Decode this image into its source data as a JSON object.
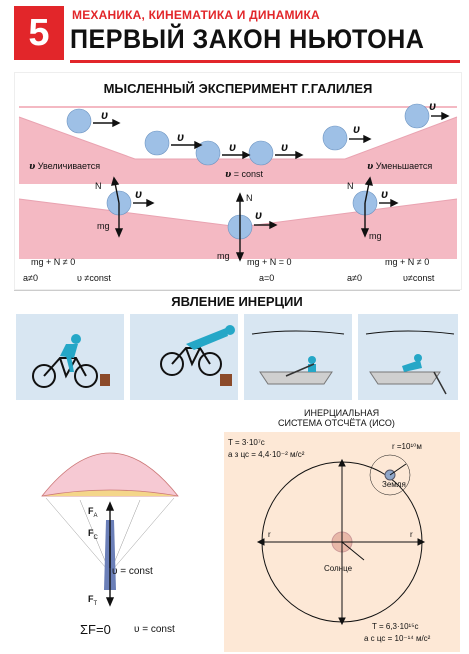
{
  "header": {
    "number": "5",
    "subtitle": "МЕХАНИКА, КИНЕМАТИКА И ДИНАМИКА",
    "title": "ПЕРВЫЙ ЗАКОН НЬЮТОНА"
  },
  "galileo": {
    "title": "МЫСЛЕННЫЙ ЭКСПЕРИМЕНТ Г.ГАЛИЛЕЯ",
    "v_symbol": "υ",
    "left_label": "Увеличивается",
    "right_label": "Уменьшается",
    "middle_label": "= const",
    "force_n": "N",
    "force_mg": "mg",
    "eq_left": "mg + N ≠ 0",
    "eq_mid": "mg + N = 0",
    "eq_right": "mg + N ≠ 0",
    "a_left": "a≠0",
    "v_left": "υ ≠const",
    "a_mid": "a=0",
    "a_right": "a≠0",
    "v_right": "υ≠const"
  },
  "inertia": {
    "title": "ЯВЛЕНИЕ ИНЕРЦИИ"
  },
  "parachute": {
    "f_a": "F",
    "f_a_sub": "A",
    "f_c": "F",
    "f_c_sub": "C",
    "f_t": "F",
    "f_t_sub": "T",
    "v_const": "υ = const",
    "sum_eq": "ΣF=0",
    "sum_v": "υ = const"
  },
  "iso": {
    "title_line1": "ИНЕРЦИАЛЬНАЯ",
    "title_line2": "СИСТЕМА ОТСЧЁТА (ИСО)",
    "t_earth": "T = 3·10⁷с",
    "t_earth_sub": "з",
    "a_earth": "а з цс = 4,4·10⁻² м/с²",
    "r_small": "r =10¹⁰м",
    "earth_label": "Земля",
    "r_big": "r",
    "r_left": "r",
    "sun_label": "Солнце",
    "t_sun": "T = 6,3·10¹⁵с",
    "t_sun_sub": "c",
    "a_sun": "а с цс = 10⁻¹⁴ м/с²"
  },
  "colors": {
    "accent": "#e2262a",
    "pink": "#f4b9c3",
    "ball": "#9ec0e6",
    "figure": "#25a7c7",
    "iso_bg": "#fde8d6",
    "panel_bg": "#d8e6f2"
  }
}
